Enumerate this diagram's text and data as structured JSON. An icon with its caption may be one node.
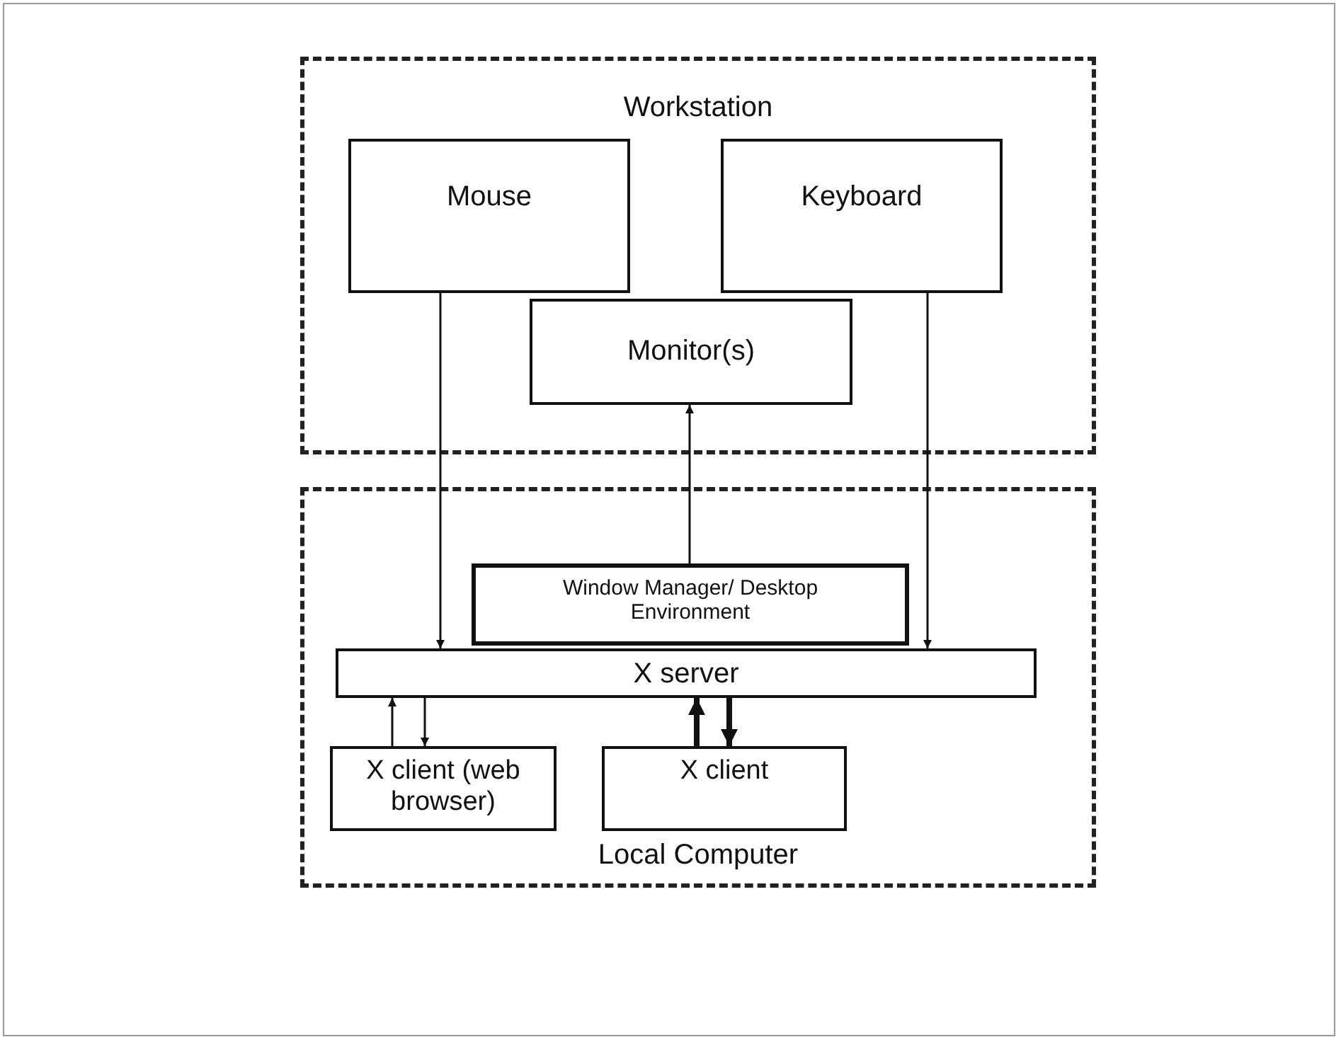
{
  "diagram": {
    "nodes": [
      {
        "text": [
          "Workstation"
        ]
      },
      {
        "text": [
          "Mouse"
        ],
        "in": 0
      },
      {
        "text": [
          "Keyboard"
        ],
        "in": 0
      },
      {
        "text": [
          "Monitor(s)"
        ],
        "in": 0
      },
      {
        "text": [
          "Local Computer"
        ]
      },
      {
        "text": [
          "Window Manager/ Desktop Environment"
        ],
        "in": 4
      },
      {
        "text": [
          "X server"
        ],
        "in": 4
      },
      {
        "text": [
          "X client (web browser)"
        ],
        "in": 4
      },
      {
        "text": [
          "X client"
        ],
        "in": 4
      }
    ],
    "edges": [
      {
        "from": 1,
        "to": 6,
        "arrow": "to"
      },
      {
        "from": 2,
        "to": 6,
        "arrow": "to"
      },
      {
        "from": 5,
        "to": 3,
        "arrow": "to"
      },
      {
        "from": 7,
        "to": 6,
        "arrow": "to"
      },
      {
        "from": 6,
        "to": 7,
        "arrow": "to"
      },
      {
        "from": 8,
        "to": 6,
        "arrow": "to",
        "style": "thick"
      },
      {
        "from": 6,
        "to": 8,
        "arrow": "to",
        "style": "thick"
      }
    ]
  }
}
